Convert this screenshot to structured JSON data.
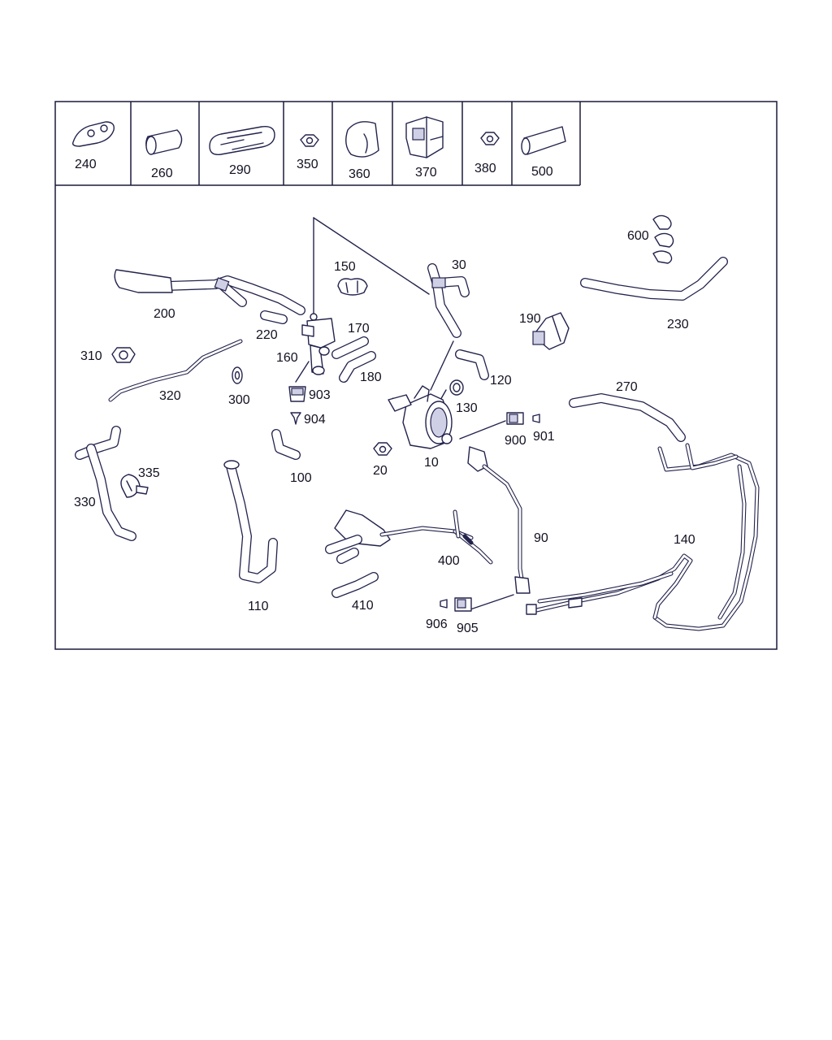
{
  "legend": {
    "cells": [
      {
        "label": "240",
        "icon": "gasket-icon"
      },
      {
        "label": "260",
        "icon": "sleeve-icon"
      },
      {
        "label": "290",
        "icon": "seal-plate-icon"
      },
      {
        "label": "350",
        "icon": "nut-icon"
      },
      {
        "label": "360",
        "icon": "rubber-mount-icon"
      },
      {
        "label": "370",
        "icon": "bracket-icon"
      },
      {
        "label": "380",
        "icon": "nut-icon"
      },
      {
        "label": "500",
        "icon": "tube-icon"
      }
    ]
  },
  "callouts": {
    "p10": "10",
    "p20": "20",
    "p30": "30",
    "p90": "90",
    "p100": "100",
    "p110": "110",
    "p120": "120",
    "p130": "130",
    "p140": "140",
    "p150": "150",
    "p160": "160",
    "p170": "170",
    "p180": "180",
    "p190": "190",
    "p200": "200",
    "p220": "220",
    "p230": "230",
    "p270": "270",
    "p300": "300",
    "p310": "310",
    "p320": "320",
    "p330": "330",
    "p335": "335",
    "p400": "400",
    "p410": "410",
    "p600": "600",
    "p900": "900",
    "p901": "901",
    "p903": "903",
    "p904": "904",
    "p905": "905",
    "p906": "906"
  },
  "colors": {
    "line": "#23234d",
    "shade": "#cfd0e6",
    "background": "#ffffff"
  }
}
